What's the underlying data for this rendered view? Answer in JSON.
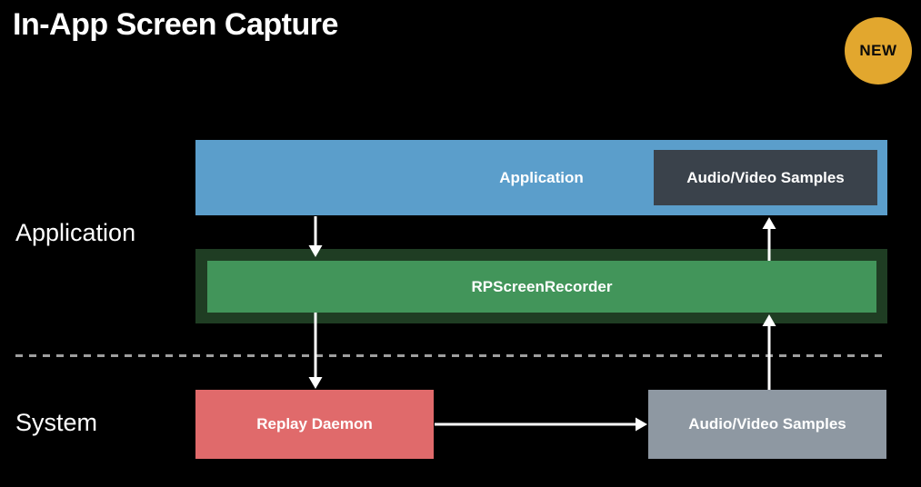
{
  "slide": {
    "title": "In-App Screen Capture",
    "badge_label": "NEW"
  },
  "layers": {
    "application": "Application",
    "system": "System"
  },
  "boxes": {
    "application": "Application",
    "app_samples": "Audio/Video Samples",
    "recorder": "RPScreenRecorder",
    "daemon": "Replay Daemon",
    "system_samples": "Audio/Video Samples"
  },
  "colors": {
    "background": "#000000",
    "badge": "#e2a72e",
    "application_box": "#5b9ecb",
    "app_samples_box": "#3a424b",
    "recorder_outer_box": "#1f3d23",
    "recorder_inner_box": "#42955a",
    "daemon_box": "#e06a6b",
    "system_samples_box": "#8e98a2",
    "divider": "#9e9e9e",
    "arrow": "#ffffff"
  }
}
